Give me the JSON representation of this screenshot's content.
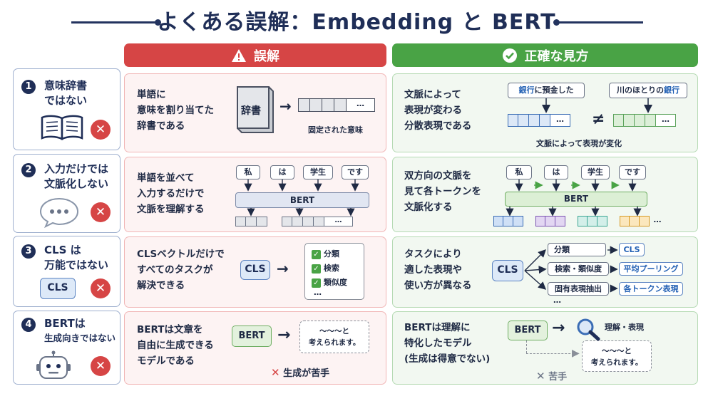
{
  "title": "よくある誤解：Embedding と BERT",
  "headers": {
    "wrong": "誤解",
    "right": "正確な見方"
  },
  "colors": {
    "red": "#d64545",
    "green": "#49a345",
    "navy": "#1f2e57",
    "blue": "#2260b4"
  },
  "icons": {
    "warning": "warning-icon",
    "check": "check-circle-icon",
    "cross": "x-circle-icon",
    "dictionary": "dictionary-icon",
    "speech": "speech-bubble-icon",
    "robot": "robot-icon",
    "search": "magnifier-icon",
    "book": "book-icon"
  },
  "rows": [
    {
      "num": "1",
      "label": [
        "意味辞書",
        "ではない"
      ],
      "wrong_text": "単語に\n意味を割り当てた\n辞書である",
      "wrong_diagram": {
        "book_label": "辞書",
        "caption": "固定された意味",
        "dots": "…"
      },
      "right_text": "文脈によって\n表現が変わる\n分散表現である",
      "right_diagram": {
        "left_prefix": "銀行",
        "left_suffix": "に預金した",
        "right_prefix": "川のほとりの",
        "right_suffix": "銀行",
        "neq": "≠",
        "caption": "文脈によって表現が変化",
        "dots": "…"
      }
    },
    {
      "num": "2",
      "label": [
        "入力だけでは",
        "文脈化しない"
      ],
      "wrong_text": "単語を並べて\n入力するだけで\n文脈を理解する",
      "tokens": [
        "私",
        "は",
        "学生",
        "です"
      ],
      "model": "BERT",
      "dots": "…",
      "right_text": "双方向の文脈を\n見て各トークンを\n文脈化する"
    },
    {
      "num": "3",
      "label": [
        "CLS は",
        "万能ではない"
      ],
      "cls_label": "CLS",
      "wrong_text": "CLSベクトルだけで\nすべてのタスクが\n解決できる",
      "wrong_tasks": [
        "分類",
        "検索",
        "類似度"
      ],
      "dots": "…",
      "right_text": "タスクにより\n適した表現や\n使い方が異なる",
      "right_tasks": [
        {
          "task": "分類",
          "rep": "CLS"
        },
        {
          "task": "検索・類似度",
          "rep": "平均プーリング"
        },
        {
          "task": "固有表現抽出",
          "rep": "各トークン表現"
        }
      ]
    },
    {
      "num": "4",
      "label": [
        "BERTは",
        "生成向きではない"
      ],
      "wrong_text": "BERTは文章を\n自由に生成できる\nモデルである",
      "model": "BERT",
      "output": "〜〜〜と\n考えられます。",
      "wrong_note": "生成が苦手",
      "right_text": "BERTは理解に\n特化したモデル\n(生成は得意でない)",
      "understand": "理解・表現",
      "right_note": "苦手"
    }
  ]
}
